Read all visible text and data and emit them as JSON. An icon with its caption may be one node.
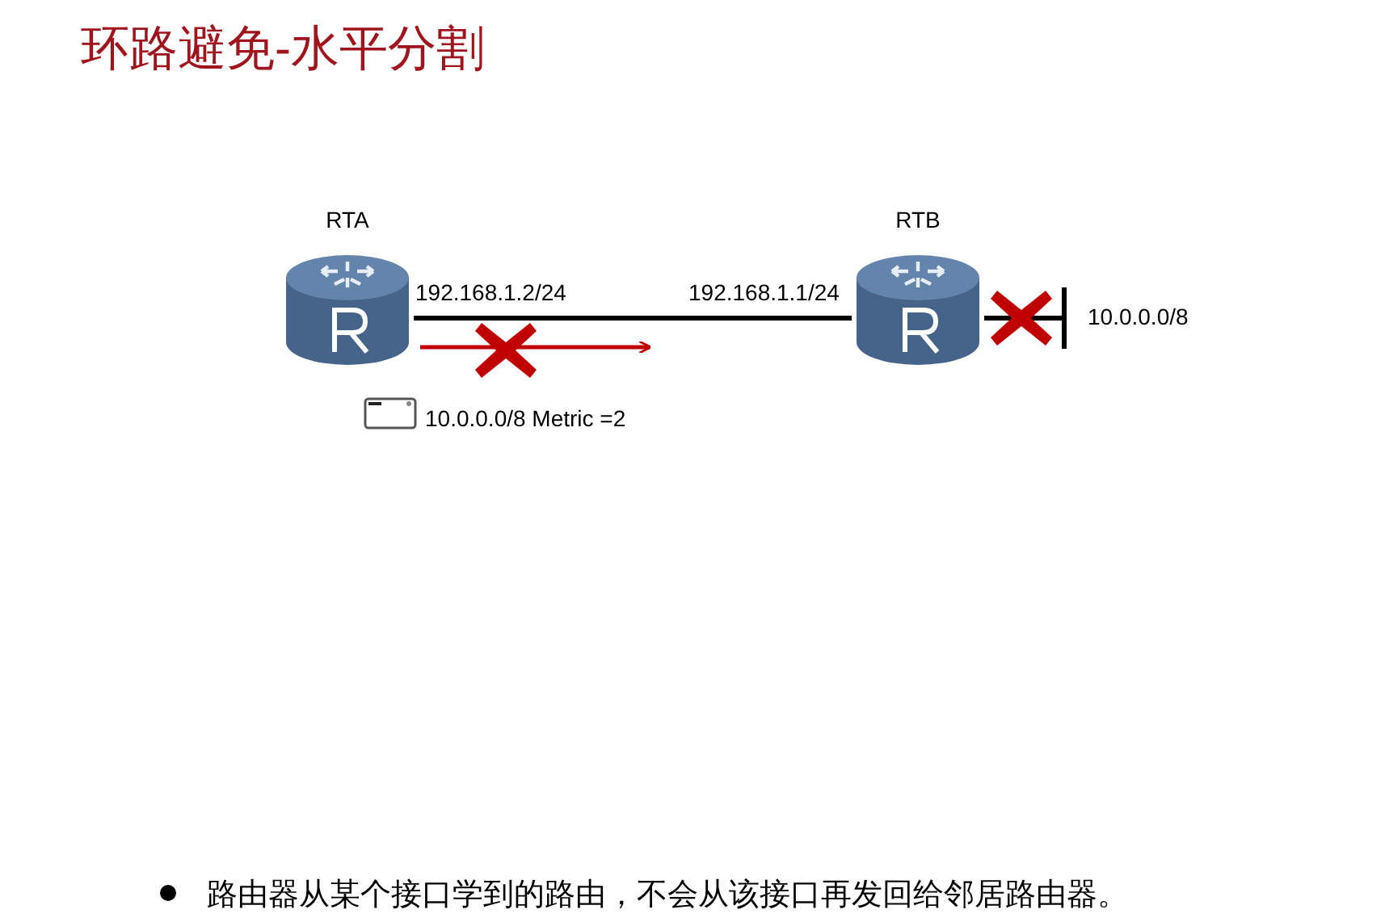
{
  "diagram": {
    "title": "环路避免-水平分割",
    "nodes": [
      {
        "text": [
          "RTA"
        ]
      },
      {
        "text": [
          "RTB"
        ]
      },
      {
        "text": [
          "10.0.0.0/8"
        ]
      }
    ],
    "edges": [
      {
        "from": 0,
        "to": 1,
        "arrow": "none"
      },
      {
        "from": 1,
        "to": 2,
        "arrow": "none"
      },
      {
        "from": 0,
        "to": null,
        "arrow": "to",
        "color": "#c00000"
      }
    ],
    "labels": [
      "192.168.1.2/24",
      "192.168.1.1/24",
      "10.0.0.0/8 Metric =2",
      "路由器从某个接口学到的路由，不会从该接口再发回给邻居路由器。"
    ]
  }
}
